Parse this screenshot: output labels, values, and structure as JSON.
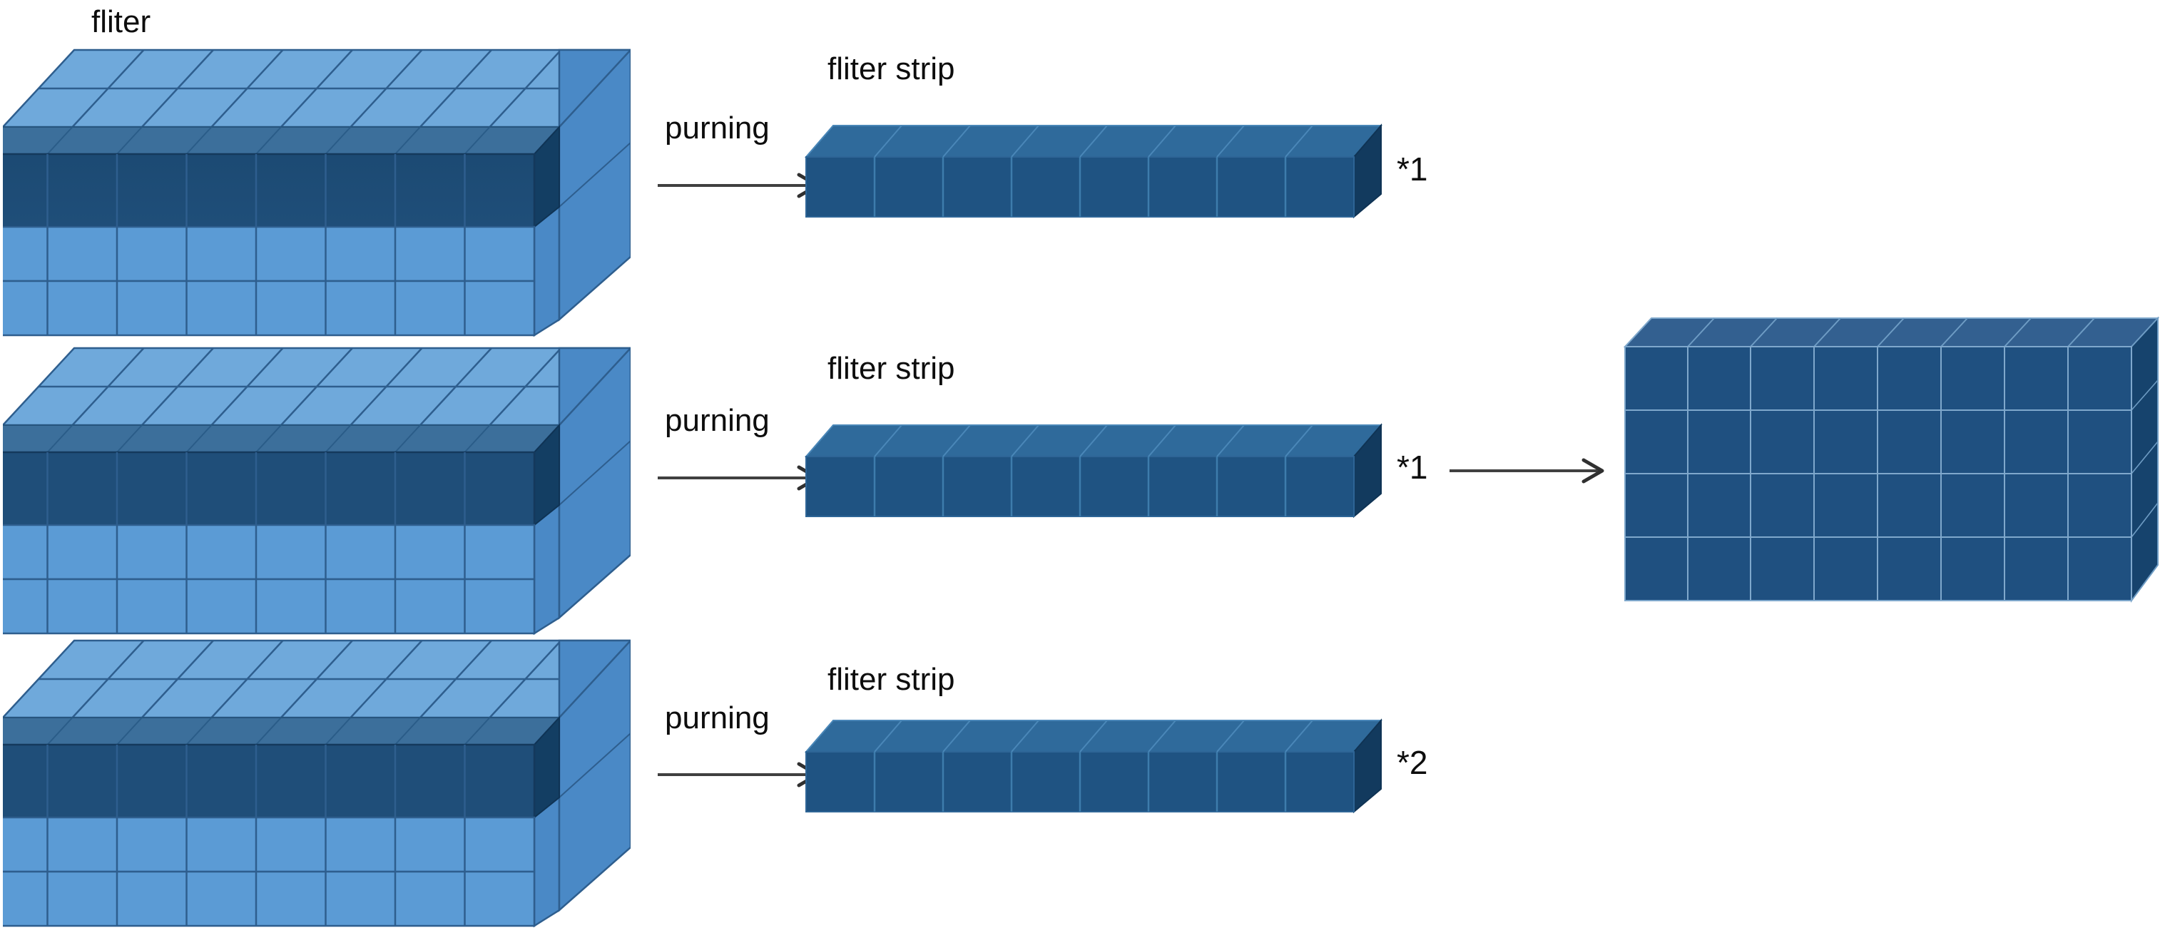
{
  "diagram": {
    "title_label": "fliter",
    "process_label": "purning",
    "strip_label": "fliter  strip",
    "colors": {
      "filter_light": "#5B9BD5",
      "filter_light_top": "#6FA8DC",
      "filter_dark": "#1F4E79",
      "filter_dark_top": "#2E6593",
      "filter_side": "#3D7FBF",
      "strip_face": "#1F5382",
      "strip_top": "#2F6A9B",
      "strip_side": "#123A5E",
      "result_face": "#1F5080",
      "result_top": "#336090",
      "result_side": "#16436D",
      "edge": "#2E5E8E",
      "edge_dark": "#14395C",
      "grid_light": "#9DC3E6",
      "arrow": "#404040",
      "text": "#0D0D0D"
    },
    "geometry": {
      "filter_columns": 8,
      "filter_front_rows": 3,
      "filter_top_rows": 2,
      "strip_cells": 8,
      "result_columns": 8,
      "result_rows": 4
    },
    "rows": [
      {
        "id": "row-1",
        "filter_label": "fliter",
        "show_filter_label": true,
        "process_label": "purning",
        "strip_label": "fliter  strip",
        "multiplier": "*1"
      },
      {
        "id": "row-2",
        "filter_label": "fliter",
        "show_filter_label": false,
        "process_label": "purning",
        "strip_label": "fliter  strip",
        "multiplier": "*1"
      },
      {
        "id": "row-3",
        "filter_label": "fliter",
        "show_filter_label": false,
        "process_label": "purning",
        "strip_label": "fliter  strip",
        "multiplier": "*2"
      }
    ],
    "result": {
      "name": "stacked-result-block"
    }
  }
}
